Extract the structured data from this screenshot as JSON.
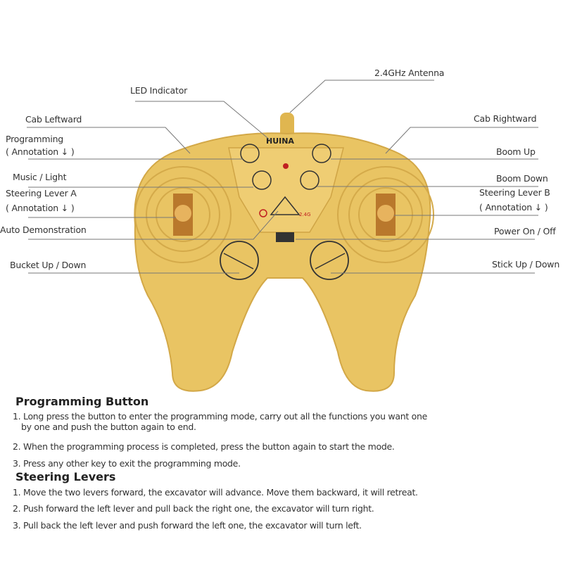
{
  "labels": {
    "led": "LED Indicator",
    "antenna": "2.4GHz Antenna",
    "cab_left": "Cab Leftward",
    "cab_right": "Cab Rightward",
    "programming": "Programming",
    "annotation": "( Annotation ↓ )",
    "boom_up": "Boom Up",
    "music": "Music / Light",
    "boom_down": "Boom Down",
    "lever_a": "Steering Lever A",
    "lever_b": "Steering Lever B",
    "auto_demo": "Auto Demonstration",
    "power": "Power On / Off",
    "bucket": "Bucket Up / Down",
    "stick": "Stick Up / Down"
  },
  "logo": "HUINA",
  "freq_badge": "2.4G",
  "colors": {
    "body": "#e9c463",
    "body_shade": "#d8ac45",
    "line": "#777777"
  },
  "instructions": {
    "programming": {
      "title": "Programming Button",
      "items": [
        "1. Long press the button to enter the programming mode, carry out all the functions you want one",
        "by one and push the button again to end.",
        "2. When the programming process is completed, press the button again to start the mode.",
        "3. Press any other key to exit the programming mode."
      ]
    },
    "steering": {
      "title": "Steering Levers",
      "items": [
        "1. Move the two levers forward, the excavator will advance. Move them backward, it will retreat.",
        "2. Push forward the left lever and pull back the right one, the excavator will turn right.",
        "3. Pull back the left lever and push forward the left one, the excavator will turn left."
      ]
    }
  }
}
